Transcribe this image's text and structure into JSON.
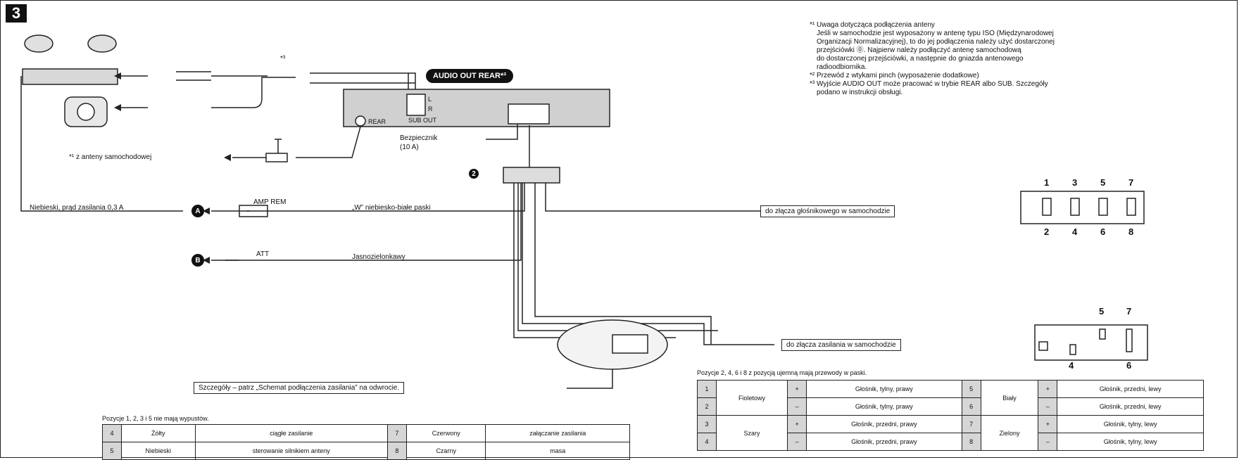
{
  "step_number": "3",
  "notes": [
    "*¹ Uwaga dotycząca podłączenia anteny",
    "Jeśli w samochodzie jest wyposażony w antenę typu ISO (Międzynarodowej",
    "Organizacji Normalizacyjnej), to do jej podłączenia należy użyć dostarczonej",
    "przejściówki ⓪. Najpierw należy podłączyć antenę samochodową",
    "do dostarczonej przejściówki, a następnie do gniazda antenowego",
    "radioodbiornika.",
    "*² Przewód z wtykami pinch (wyposażenie dodatkowe)",
    "*³ Wyjście AUDIO OUT może pracować w trybie REAR albo SUB. Szczegóły",
    "podano w instrukcji obsługi."
  ],
  "labels": {
    "audio_out": "AUDIO OUT REAR*³",
    "fuse": "Bezpiecznik",
    "fuse_rating": "(10 A)",
    "antenna": "*¹ z anteny samochodowej",
    "star3": "*³",
    "rear": "REAR",
    "sub": "SUB OUT",
    "blue_wire": "Niebieski, prąd zasilania 0,3 A",
    "amp_rem": "AMP REM",
    "blue_white": "„W” niebiesko-białe paski",
    "att": "ATT",
    "light_green": "Jasnozielonkawy",
    "speaker_connector": "do złącza głośnikowego w samochodzie",
    "power_connector": "do złącza zasilania w samochodzie",
    "details": "Szczegóły – patrz „Schemat podłączenia zasilania” na odwrocie.",
    "circle_a": "A",
    "circle_b": "B",
    "circle_2": "2",
    "left_l": "L",
    "left_r": "R"
  },
  "pins_top": [
    "1",
    "3",
    "5",
    "7"
  ],
  "pins_bottom": [
    "2",
    "4",
    "6",
    "8"
  ],
  "pins_power_top": [
    "5",
    "7"
  ],
  "pins_power_bottom": [
    "4",
    "6"
  ],
  "table_left": {
    "caption": "Pozycje 1, 2, 3 i 5 nie mają wypustów.",
    "rows": [
      [
        "4",
        "Żółty",
        "ciągłe zasilanie",
        "7",
        "Czerwony",
        "załączanie zasilania"
      ],
      [
        "5",
        "Niebieski",
        "sterowanie silnikiem anteny",
        "8",
        "Czarny",
        "masa"
      ]
    ]
  },
  "table_right": {
    "caption": "Pozycje 2, 4, 6 i 8 z pozycją ujemną mają przewody w paski.",
    "rows": [
      [
        "1",
        "Fioletowy",
        "+",
        "Głośnik, tylny, prawy",
        "5",
        "Biały",
        "+",
        "Głośnik, przedni, lewy"
      ],
      [
        "2",
        "",
        "–",
        "Głośnik, tylny, prawy",
        "6",
        "",
        "–",
        "Głośnik, przedni, lewy"
      ],
      [
        "3",
        "Szary",
        "+",
        "Głośnik, przedni, prawy",
        "7",
        "Zielony",
        "+",
        "Głośnik, tylny, lewy"
      ],
      [
        "4",
        "",
        "–",
        "Głośnik, przedni, prawy",
        "8",
        "",
        "–",
        "Głośnik, tylny, lewy"
      ]
    ],
    "merged": {
      "color1": "Fioletowy",
      "color2": "Szary",
      "color3": "Biały",
      "color4": "Zielony"
    }
  }
}
